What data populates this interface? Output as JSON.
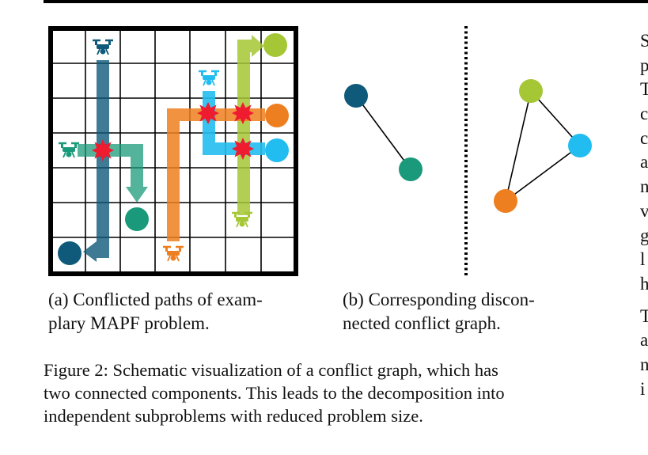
{
  "subfigure_a": {
    "caption_line1": "(a) Conflicted paths of exam-",
    "caption_line2": "plary MAPF problem."
  },
  "subfigure_b": {
    "caption_line1": "(b)  Corresponding  discon-",
    "caption_line2": "nected conflict graph."
  },
  "figure_caption": {
    "line1": "Figure 2: Schematic visualization of a conflict graph, which has",
    "line2": "two connected components. This leads to the decomposition into",
    "line3": "independent subproblems with reduced problem size."
  },
  "right_column_fragments": [
    "S",
    "p",
    "T",
    "c",
    "c",
    "a",
    "n",
    "v",
    "g",
    "l",
    "h",
    "",
    "T",
    "a",
    "n",
    "i"
  ],
  "colors": {
    "dark_blue": "#0f5a7a",
    "teal": "#1a9a7a",
    "orange": "#ee7f20",
    "cyan": "#22bdf0",
    "lime": "#a5c735",
    "conflict_red": "#ee1c2e"
  }
}
